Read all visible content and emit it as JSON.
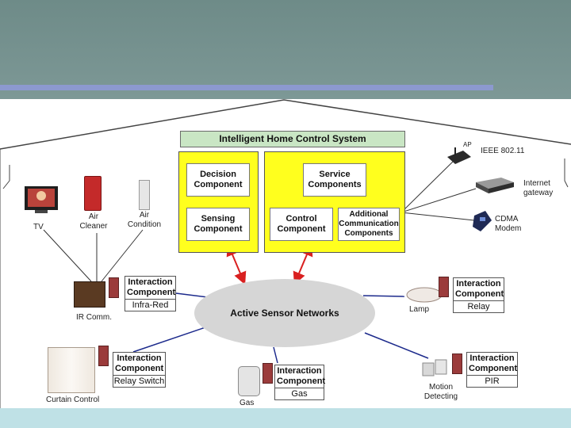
{
  "system": {
    "title": "Intelligent Home Control System",
    "left_group": [
      "Decision Component",
      "Sensing Component"
    ],
    "right_group": [
      "Service Components",
      "Control Component",
      "Additional Communication Components"
    ]
  },
  "network": {
    "label": "Active Sensor Networks"
  },
  "gateways": [
    {
      "icon": "ap-router-icon",
      "label": "IEEE 802.11",
      "prefix": "AP"
    },
    {
      "icon": "internet-gateway-icon",
      "label": "Internet gateway"
    },
    {
      "icon": "cdma-modem-icon",
      "label": "CDMA Modem"
    }
  ],
  "appliances": {
    "tv": "TV",
    "air_cleaner": "Air Cleaner",
    "air_condition": "Air Condition"
  },
  "interaction_boxes": [
    {
      "id": "ir",
      "title": "Interaction Component",
      "type": "Infra-Red",
      "device": "IR Comm."
    },
    {
      "id": "lamp",
      "title": "Interaction Component",
      "type": "Relay",
      "device": "Lamp"
    },
    {
      "id": "curtain",
      "title": "Interaction Component",
      "type": "Relay Switch",
      "device": "Curtain Control"
    },
    {
      "id": "gas",
      "title": "Interaction Component",
      "type": "Gas",
      "device": "Gas"
    },
    {
      "id": "motion",
      "title": "Interaction Component",
      "type": "PIR",
      "device": "Motion Detecting"
    }
  ],
  "colors": {
    "header": "#6e8b88",
    "accent_rule": "#8c99cf",
    "system_fill": "#ffff1e",
    "title_fill": "#c9e6c4",
    "network_fill": "#d6d6d6",
    "wire": "#1c2a8c",
    "arrow": "#d92020",
    "footer": "#bfe1e6"
  }
}
